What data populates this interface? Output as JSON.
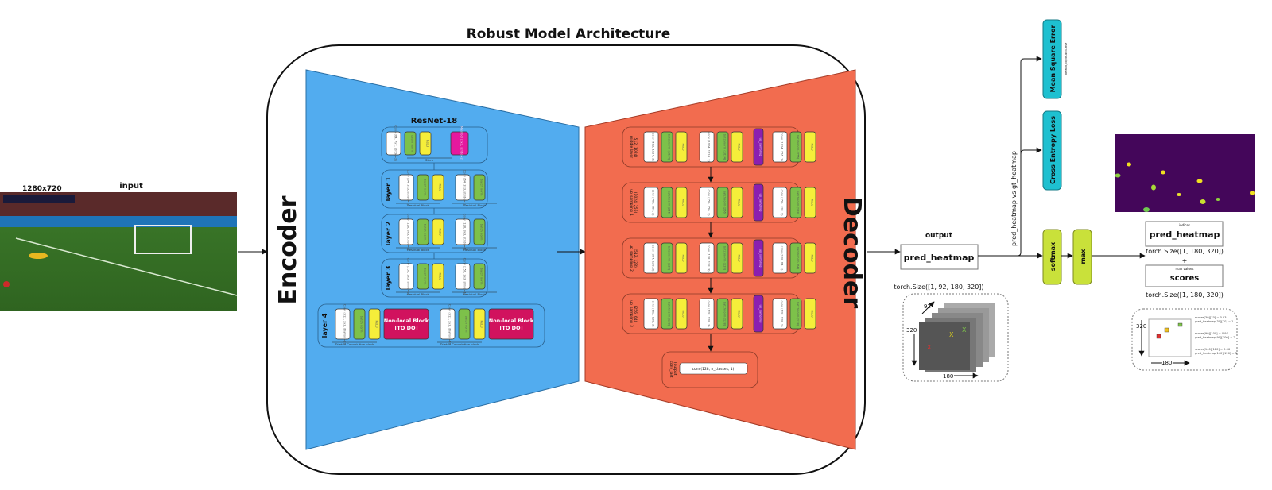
{
  "title": "Robust Model Architecture",
  "input": {
    "label": "input",
    "resolution": "1280x720"
  },
  "encoder": {
    "label": "Encoder",
    "backbone": "ResNet-18",
    "color": "#52acef",
    "rows": [
      {
        "key": "stem",
        "label": "",
        "captions": [
          "Stem"
        ],
        "blocks": [
          [
            "conv",
            "Conv (64, 7x7, stride=2)"
          ],
          [
            "bn",
            "batch norm"
          ],
          [
            "relu",
            "ReLU"
          ],
          [
            "maxpool",
            "MaxPool (3x3, stride=2)"
          ]
        ]
      },
      {
        "key": "layer1",
        "label": "layer 1",
        "captions": [
          "Residual Block",
          "Residual Block"
        ],
        "blocks": [
          [
            "conv",
            "Conv (64, 3x3, stride=1)"
          ],
          [
            "bn",
            "batch norm"
          ],
          [
            "relu",
            "ReLU"
          ],
          [
            "conv",
            "Conv (64, 3x3, stride=1)"
          ],
          [
            "bn",
            "batch norm"
          ]
        ]
      },
      {
        "key": "layer2",
        "label": "layer 2",
        "captions": [
          "Residual Block",
          "Residual Block"
        ],
        "blocks": [
          [
            "conv",
            "Conv (128, 3x3, stride=2)"
          ],
          [
            "bn",
            "batch norm"
          ],
          [
            "relu",
            "ReLU"
          ],
          [
            "conv",
            "Conv (128, 3x3, stride=1)"
          ],
          [
            "bn",
            "batch norm"
          ]
        ]
      },
      {
        "key": "layer3",
        "label": "layer 3",
        "captions": [
          "Residual Block",
          "Residual Block"
        ],
        "blocks": [
          [
            "conv",
            "Conv (256, 3x3, stride=2)"
          ],
          [
            "bn",
            "batch norm"
          ],
          [
            "relu",
            "ReLU"
          ],
          [
            "conv",
            "Conv (256, 3x3, stride=1)"
          ],
          [
            "bn",
            "batch norm"
          ]
        ]
      },
      {
        "key": "layer4",
        "label": "layer 4",
        "captions": [
          "Dilated Convolution block",
          "Dilated Convolution block"
        ],
        "blocks": [
          [
            "conv",
            "Conv (512, 3x3, dilation=2)"
          ],
          [
            "bn",
            "batch norm"
          ],
          [
            "relu",
            "ReLU"
          ],
          [
            "nonlocal",
            "Non-local Block|[TO DO]"
          ],
          [
            "conv",
            "Conv (512, 3x3, dilation=4)"
          ],
          [
            "bn",
            "batch norm"
          ],
          [
            "relu",
            "ReLU"
          ],
          [
            "nonlocal",
            "Non-local Block|[TO DO]"
          ]
        ]
      }
    ]
  },
  "decoder": {
    "label": "Decoder",
    "color": "#f26c4f",
    "rows": [
      {
        "key": "middle",
        "label": "middle layer|(512, 1024)",
        "blocks": [
          [
            "conv",
            "conv (512, 1024, 3)"
          ],
          [
            "bn",
            "batchnorm (1024)"
          ],
          [
            "relu",
            "ReLU"
          ],
          [
            "conv",
            "conv (1024, 1024, 3)"
          ],
          [
            "bn",
            "batchnorm (1024)"
          ],
          [
            "relu",
            "ReLU"
          ],
          [
            "up",
            "up_sampling"
          ],
          [
            "conv",
            "conv (1024, 256, 1)"
          ],
          [
            "bn",
            "batchnorm (256)"
          ],
          [
            "relu",
            "ReLU"
          ]
        ]
      },
      {
        "key": "up1",
        "label": "up_sampling_1|(1024, 256)",
        "blocks": [
          [
            "conv",
            "conv (768, 256, 3)"
          ],
          [
            "bn",
            "batchnorm (256)"
          ],
          [
            "relu",
            "ReLU"
          ],
          [
            "conv",
            "conv (256, 256, 3)"
          ],
          [
            "bn",
            "batchnorm (256)"
          ],
          [
            "relu",
            "ReLU"
          ],
          [
            "up",
            "up_sampling"
          ],
          [
            "conv",
            "conv (256, 128, 1)"
          ],
          [
            "bn",
            "batchnorm (128)"
          ],
          [
            "relu",
            "ReLU"
          ]
        ]
      },
      {
        "key": "up2",
        "label": "up_sampling_2|(512, 128)",
        "blocks": [
          [
            "conv",
            "conv (384, 128, 3)"
          ],
          [
            "bn",
            "batchnorm (128)"
          ],
          [
            "relu",
            "ReLU"
          ],
          [
            "conv",
            "conv (128, 128, 3)"
          ],
          [
            "bn",
            "batchnorm (128)"
          ],
          [
            "relu",
            "ReLU"
          ],
          [
            "up",
            "up_sampling"
          ],
          [
            "conv",
            "conv (128, 64, 1)"
          ],
          [
            "bn",
            "batchnorm (64)"
          ],
          [
            "relu",
            "ReLU"
          ]
        ]
      },
      {
        "key": "up3",
        "label": "up_sampling_3|(256, 64)",
        "blocks": [
          [
            "conv",
            "conv (192, 128, 3)"
          ],
          [
            "bn",
            "batchnorm (128)"
          ],
          [
            "relu",
            "ReLU"
          ],
          [
            "conv",
            "conv (128, 128, 3)"
          ],
          [
            "bn",
            "batchnorm (128)"
          ],
          [
            "relu",
            "ReLU"
          ],
          [
            "up",
            "up_sampling"
          ],
          [
            "conv",
            "conv (128, 128, 1)"
          ],
          [
            "bn",
            "batchnorm (128)"
          ],
          [
            "relu",
            "ReLU"
          ]
        ]
      }
    ],
    "last": {
      "label": "conv_last|(output)",
      "block": "conv(128, n_classes, 1)"
    }
  },
  "output": {
    "label": "output",
    "name": "pred_heatmap",
    "size": "torch.Size([1, 92, 180, 320])",
    "dims": {
      "channels": "92",
      "height": "320",
      "width": "180"
    }
  },
  "losses": {
    "compare_label": "pred_heatmap vs gt_heatmap",
    "mse": "Mean Square Error",
    "mse_note": "default, logits-and-mse",
    "ce": "Cross Entropy Loss"
  },
  "post": {
    "softmax": "softmax",
    "max": "max"
  },
  "result": {
    "heatmap_tag": "indices",
    "heatmap_name": "pred_heatmap",
    "heatmap_size": "torch.Size([1, 180, 320])",
    "plus": "+",
    "scores_tag": "max values",
    "scores_name": "scores",
    "scores_size": "torch.Size([1, 180, 320])",
    "dims": {
      "height": "320",
      "width": "180"
    },
    "notes": [
      "scores[30][70] = 0.93",
      "pred_heatmap[30][70] = 1",
      "scores[90][100] = 0.97",
      "pred_heatmap[90][100] = 2",
      "scores[140][120] = 0.96",
      "pred_heatmap[140][120] = 3"
    ]
  },
  "colors": {
    "conv": "#ffffff",
    "bn": "#7dc14a",
    "relu": "#f5ee3a",
    "maxpool": "#e6189e",
    "nonlocal": "#d1125e",
    "up": "#8b1fb0",
    "loss": "#1ec0d0",
    "post": "#c9e13a",
    "heatmap_bg": "#44065a"
  }
}
